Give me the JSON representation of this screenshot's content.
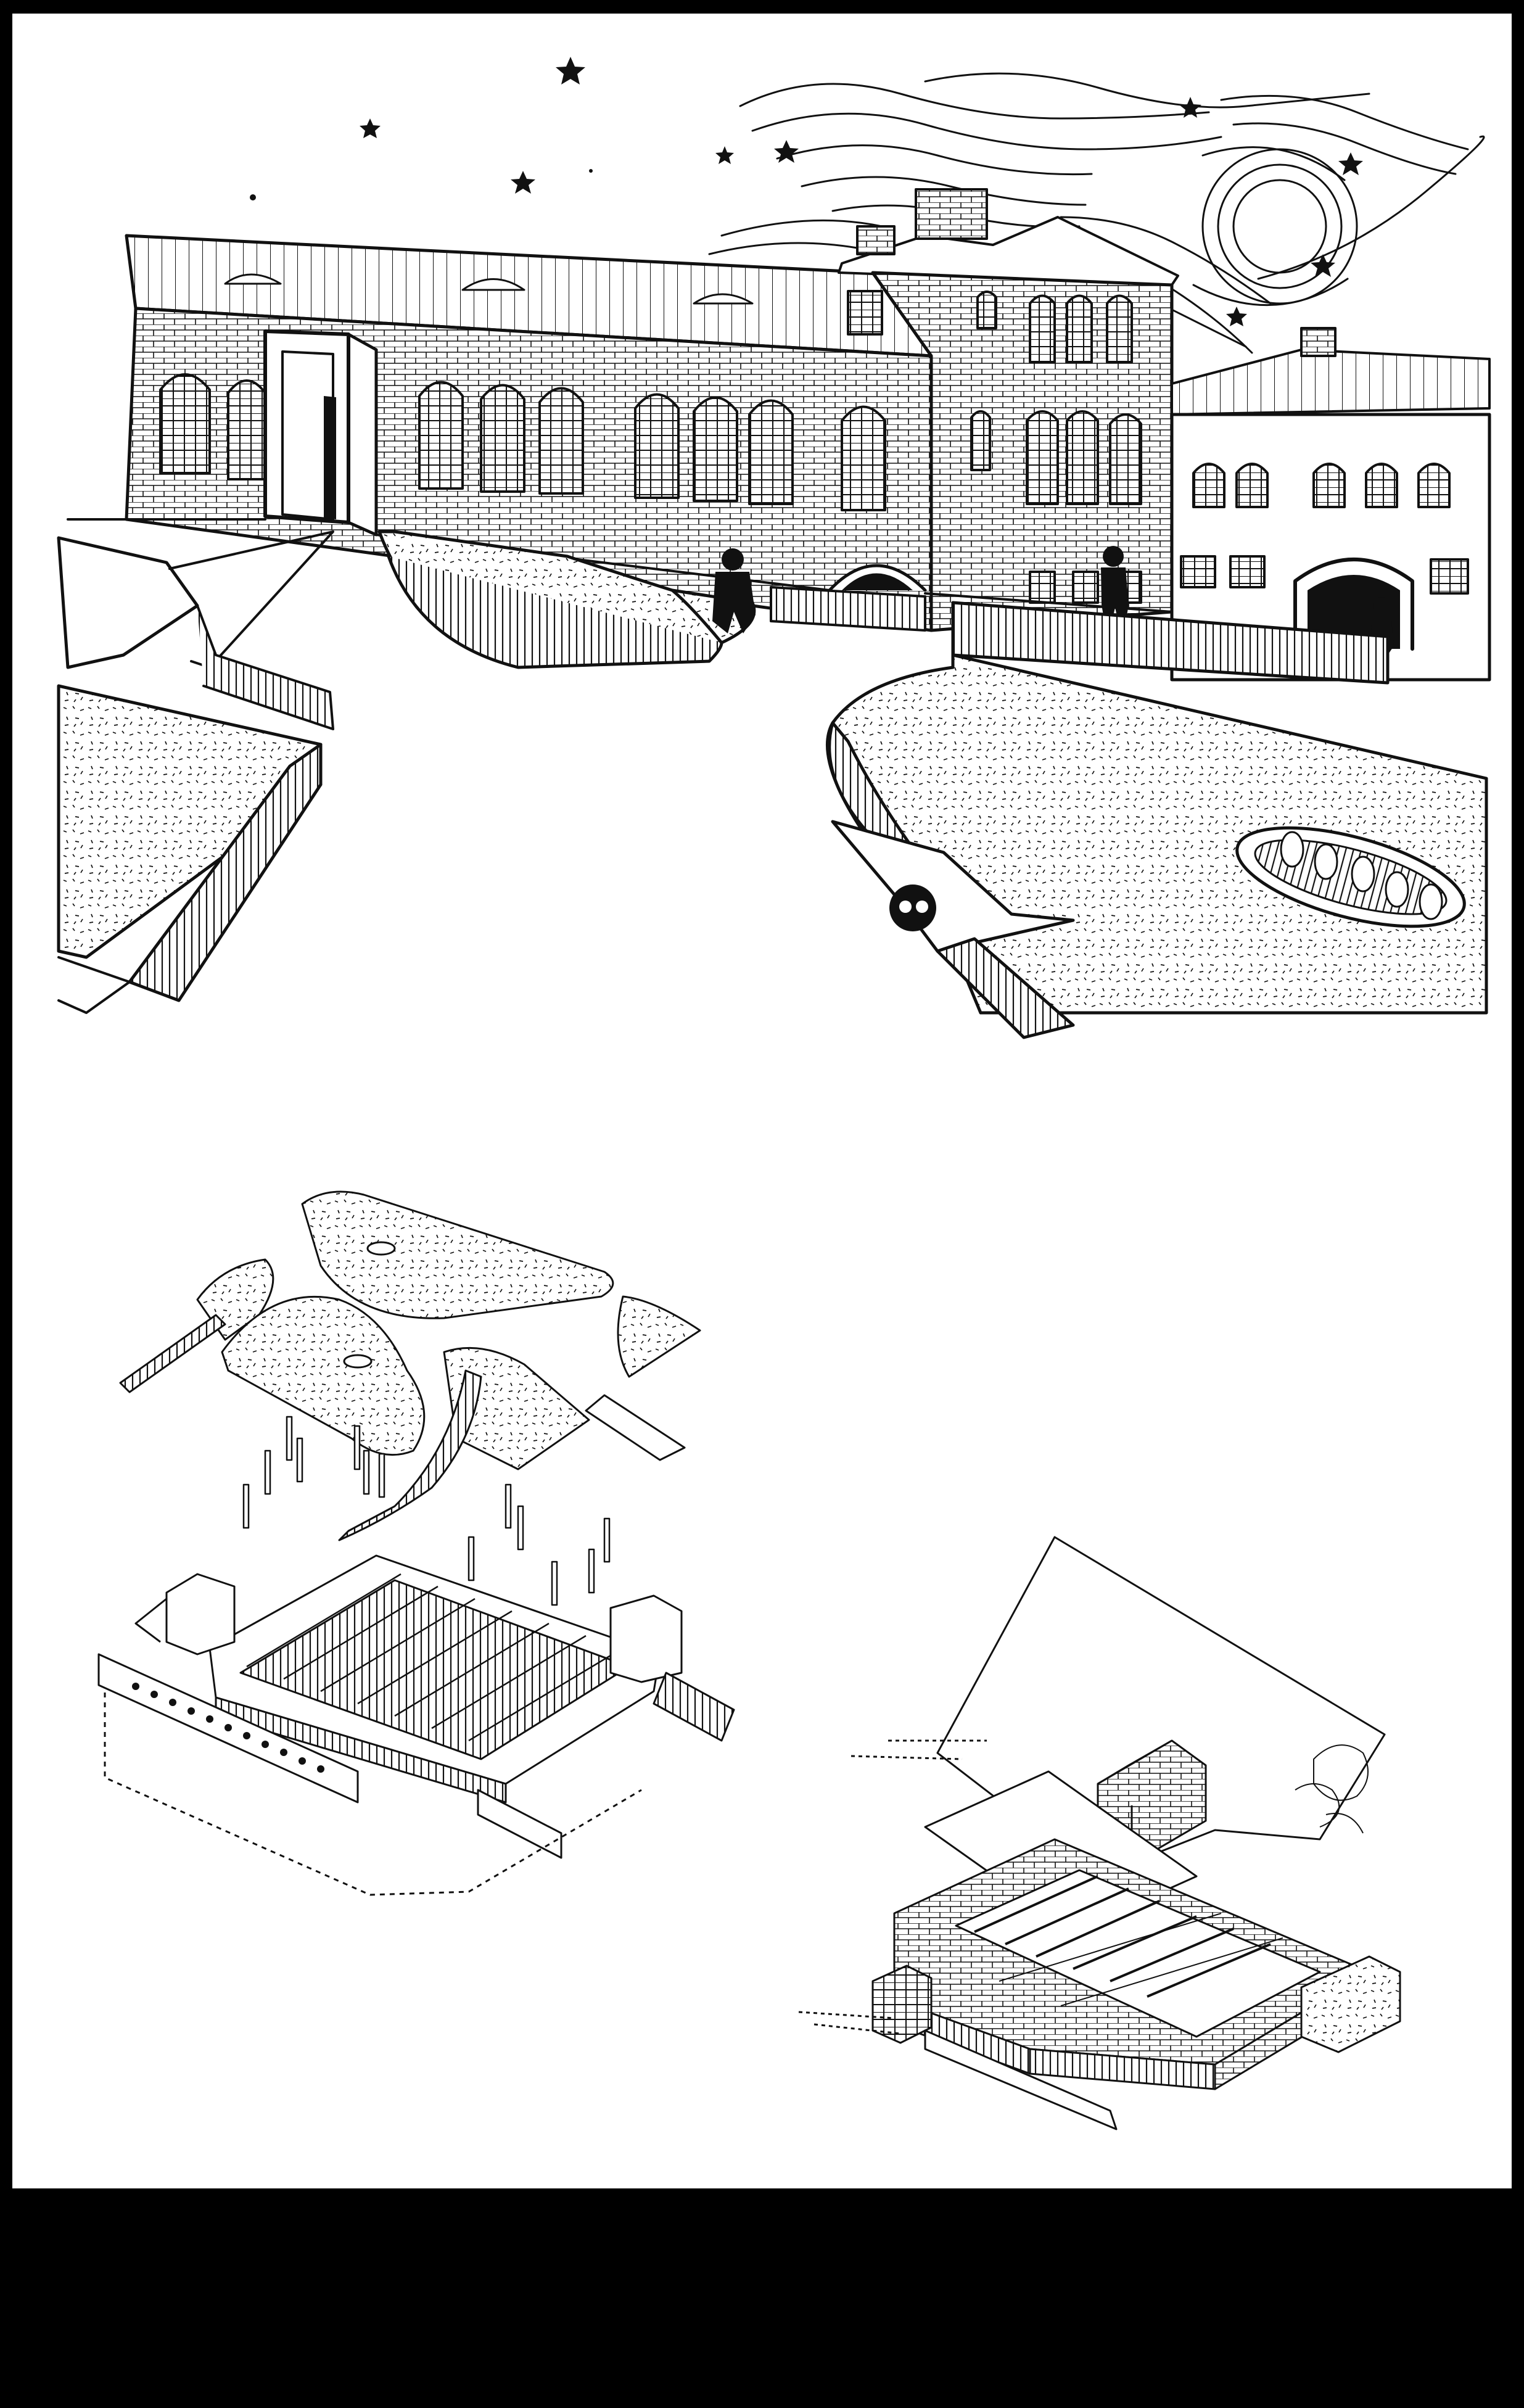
{
  "colors": {
    "background": "#000000",
    "sheet": "#ffffff",
    "ink": "#111111"
  },
  "icons": {
    "stars": "star-icon",
    "moon": "moon-icon"
  },
  "drawings": [
    {
      "id": "perspective",
      "subject": "perspective-sketch"
    },
    {
      "id": "axo-left",
      "subject": "exploded-axonometric"
    },
    {
      "id": "axo-right",
      "subject": "cutaway-axonometric"
    }
  ]
}
